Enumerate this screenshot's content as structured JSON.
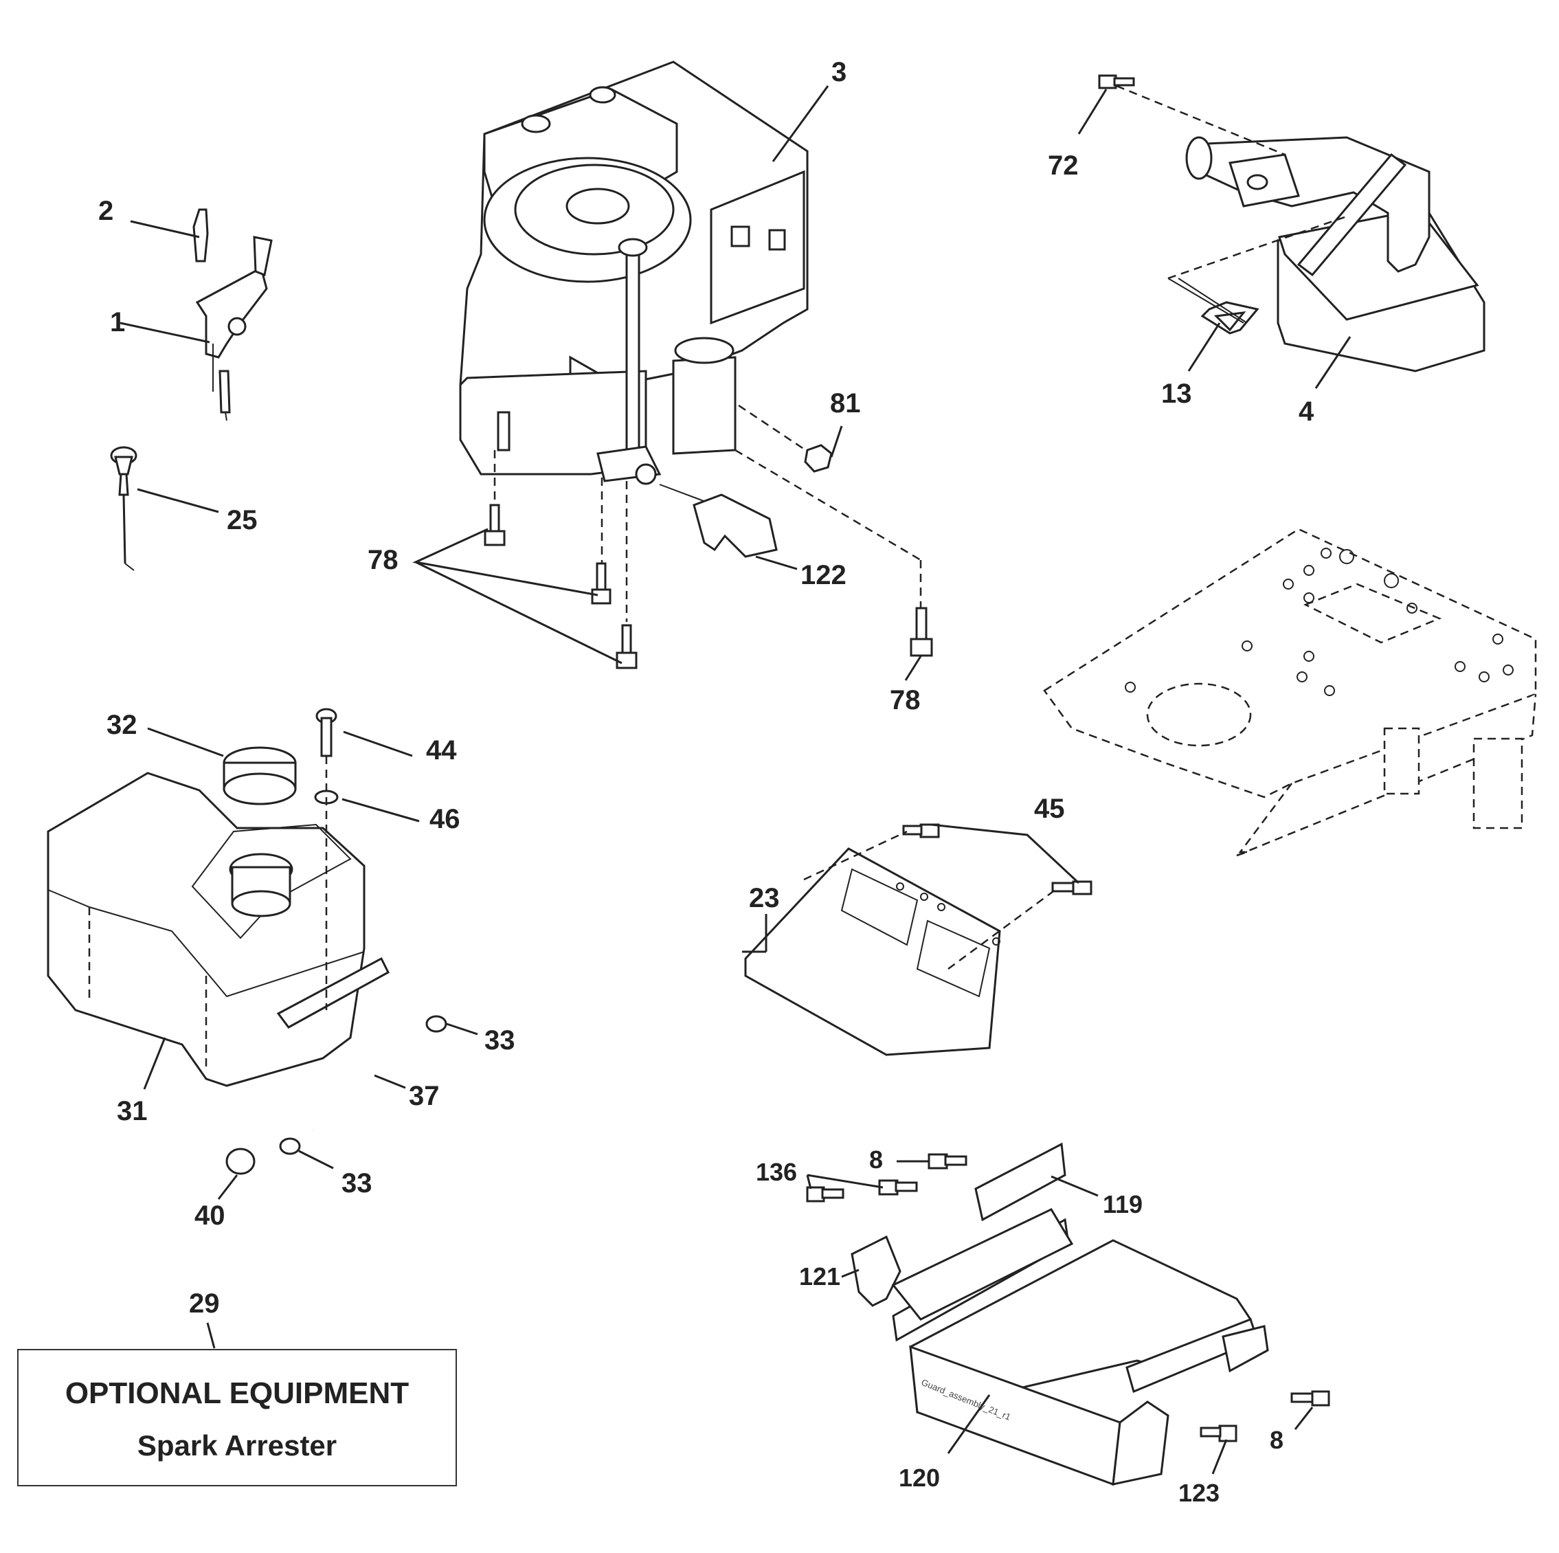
{
  "diagram": {
    "labels": {
      "l1": "1",
      "l2": "2",
      "l3": "3",
      "l4": "4",
      "l13": "13",
      "l25": "25",
      "l72": "72",
      "l78a": "78",
      "l78b": "78",
      "l81": "81",
      "l122": "122",
      "l32": "32",
      "l44": "44",
      "l46": "46",
      "l31": "31",
      "l33a": "33",
      "l33b": "33",
      "l37": "37",
      "l40": "40",
      "l23": "23",
      "l45": "45",
      "l8a": "8",
      "l8b": "8",
      "l136": "136",
      "l119": "119",
      "l121": "121",
      "l120": "120",
      "l123": "123",
      "l29": "29"
    },
    "guard_stamp": "Guard_assembly_21_r1"
  },
  "optional_box": {
    "title": "OPTIONAL EQUIPMENT",
    "subtitle": "Spark Arrester"
  }
}
